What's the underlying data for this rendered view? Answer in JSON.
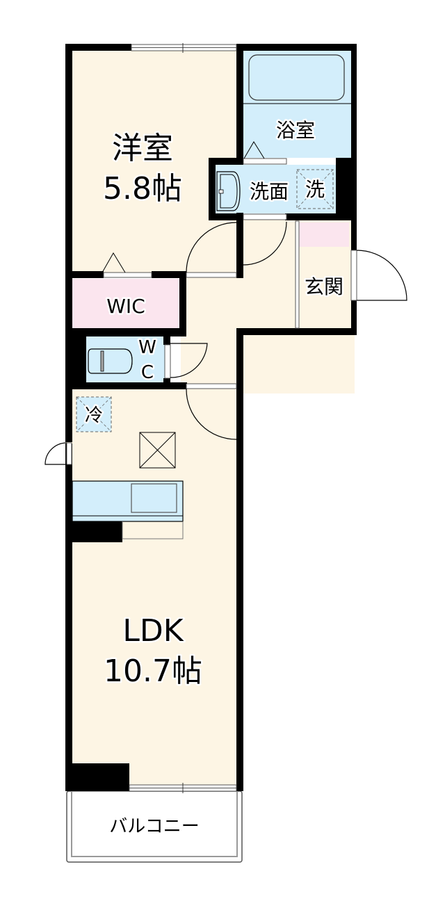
{
  "colors": {
    "room_floor": "#fdf5e4",
    "wet_area": "#d3eefb",
    "storage": "#fbe5ee",
    "wall": "#000000",
    "balcony": "#ffffff"
  },
  "rooms": {
    "western_room": {
      "name": "洋室",
      "size": "5.8帖"
    },
    "bathroom": {
      "name": "浴室"
    },
    "washroom": {
      "name": "洗面",
      "washer": "洗"
    },
    "entrance": {
      "name": "玄関"
    },
    "wic": {
      "name": "WIC"
    },
    "toilet": {
      "line1": "W",
      "line2": "C"
    },
    "fridge": {
      "name": "冷"
    },
    "ldk": {
      "name": "LDK",
      "size": "10.7帖"
    },
    "balcony": {
      "name": "バルコニー"
    }
  },
  "icons": [
    "bathtub-icon",
    "washbasin-icon",
    "toilet-icon",
    "washer-space-icon",
    "fridge-space-icon",
    "pillar-duct-icon",
    "kitchen-sink-icon",
    "door-swing-icon",
    "window-icon",
    "closet-door-icon"
  ]
}
